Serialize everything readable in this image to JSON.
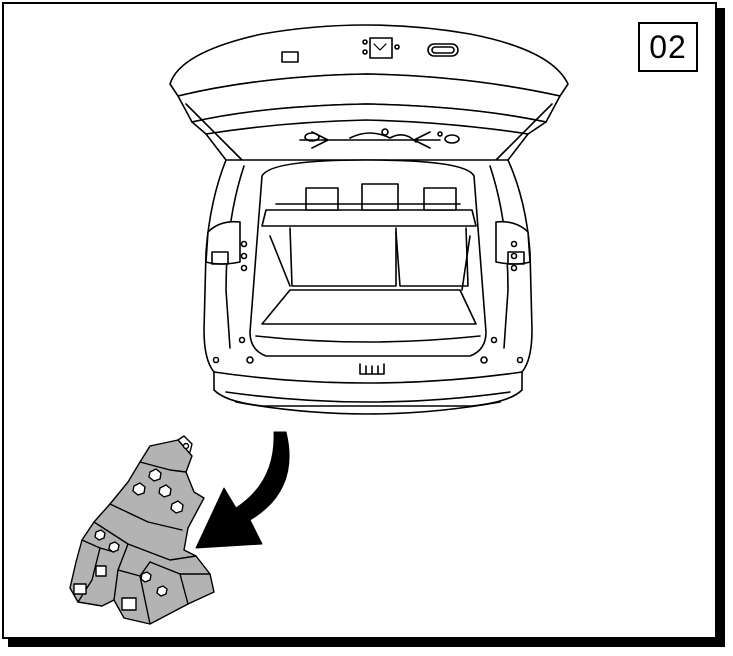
{
  "step": {
    "number": "02"
  },
  "illustration": {
    "subject": "vehicle-rear-open-tailgate",
    "part": "rear-bumper-bracket-module",
    "arrow": "curved-arrow-down-left",
    "colors": {
      "line": "#000000",
      "part_fill": "#b3b3b3",
      "arrow_fill": "#000000",
      "background": "#ffffff"
    }
  }
}
